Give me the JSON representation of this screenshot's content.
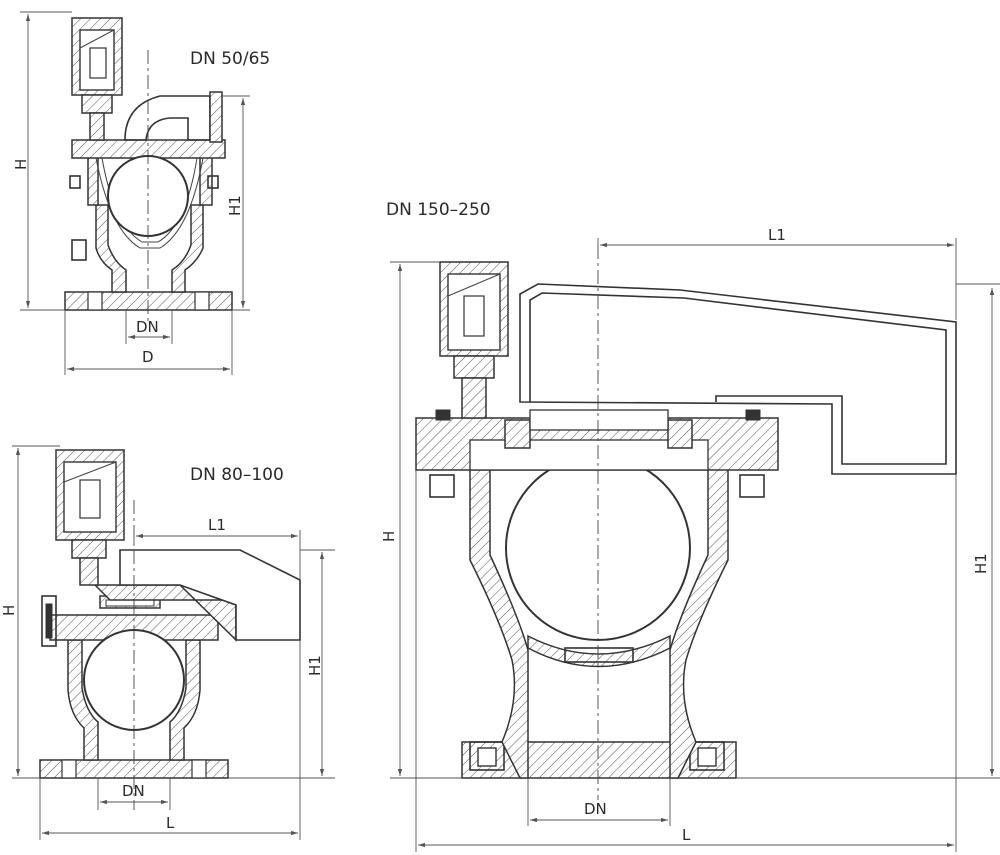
{
  "views": {
    "top_left": {
      "title": "DN 50/65",
      "dim_h": "H",
      "dim_h1": "H1",
      "dim_dn": "DN",
      "dim_d": "D"
    },
    "bottom_left": {
      "title": "DN 80–100",
      "dim_h": "H",
      "dim_h1": "H1",
      "dim_l1": "L1",
      "dim_dn": "DN",
      "dim_l": "L"
    },
    "right": {
      "title": "DN 150–250",
      "dim_h": "H",
      "dim_h1": "H1",
      "dim_l1": "L1",
      "dim_dn": "DN",
      "dim_l": "L"
    }
  }
}
